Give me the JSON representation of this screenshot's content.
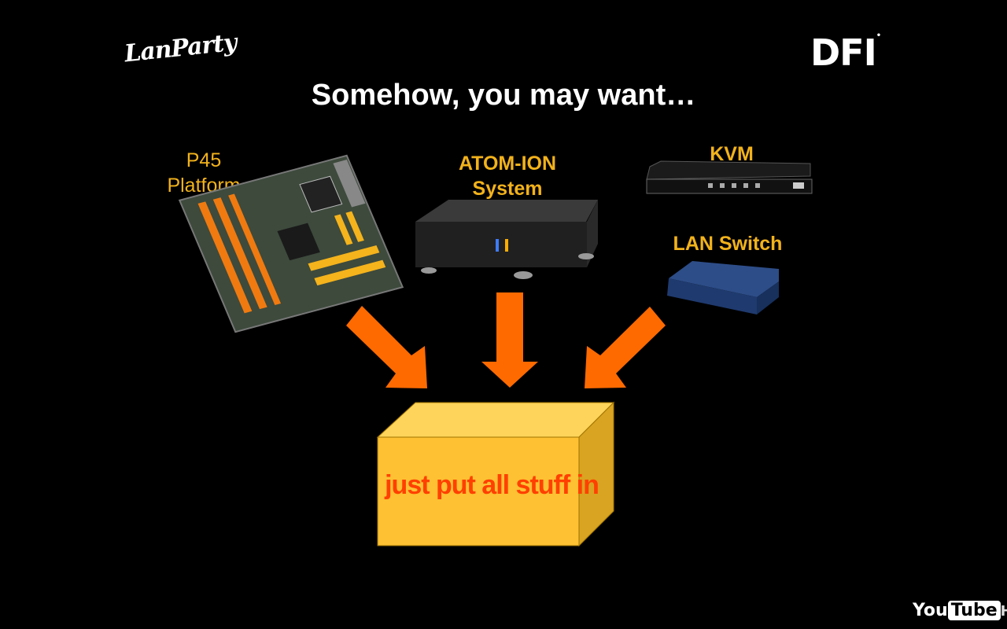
{
  "logos": {
    "left": "LanParty",
    "right": "DFI"
  },
  "title": "Somehow, you may want…",
  "items": {
    "p45_line1": "P45",
    "p45_line2": "Platform",
    "atom_line1": "ATOM-ION",
    "atom_line2": "System",
    "kvm": "KVM",
    "lan_switch": "LAN Switch"
  },
  "box_text": "just put all stuff in",
  "player": {
    "logo_you": "You",
    "logo_tube": "Tube",
    "logo_hd": "HD"
  },
  "colors": {
    "label": "#f2b21b",
    "arrow": "#ff6a00",
    "box_front": "#fdc133",
    "box_top": "#ffd45a",
    "box_side": "#d9a421",
    "box_text": "#ff4000"
  }
}
